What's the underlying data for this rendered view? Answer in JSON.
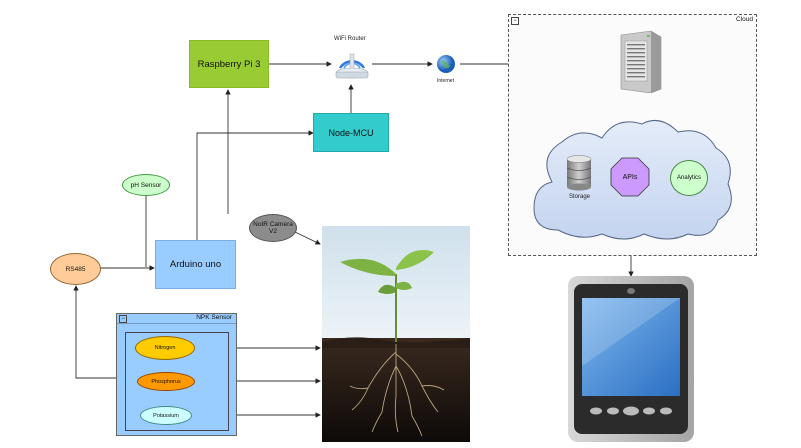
{
  "nodes": {
    "raspberry": "Raspberry Pi 3",
    "nodemcu": "Node-MCU",
    "arduino": "Arduino uno",
    "ph_sensor": "pH Sensor",
    "rs485": "RS485",
    "noir_camera": "NoIR Camera V2",
    "wifi_router": "WiFi Router",
    "internet": "Internet"
  },
  "cloud": {
    "title": "Cloud",
    "storage": "Storage",
    "apis": "APIs",
    "analytics": "Analytics"
  },
  "npk": {
    "title": "NPK Sensor",
    "nitrogen": "Nitrogen",
    "phosphorus": "Phosphorus",
    "potassium": "Potassium"
  },
  "colors": {
    "raspberry": "#99cc33",
    "nodemcu": "#33cccc",
    "arduino": "#99ccff",
    "ph_sensor": "#ccffcc",
    "rs485": "#ffcc99",
    "noir_camera": "#8c8c8c",
    "apis": "#cc99ff",
    "analytics": "#ccffcc",
    "npk_panel": "#99ccff",
    "nitrogen": "#ffcc00",
    "phosphorus": "#ff9900",
    "potassium": "#ccffff"
  }
}
